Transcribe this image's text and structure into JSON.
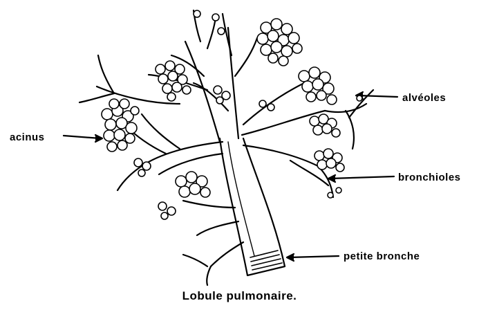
{
  "diagram": {
    "caption": "Lobule pulmonaire.",
    "labels": {
      "acinus": "acinus",
      "alveoles": "alvéoles",
      "bronchioles": "bronchioles",
      "petite_bronche": "petite bronche"
    },
    "ink_color": "#000000",
    "background": "#ffffff"
  }
}
